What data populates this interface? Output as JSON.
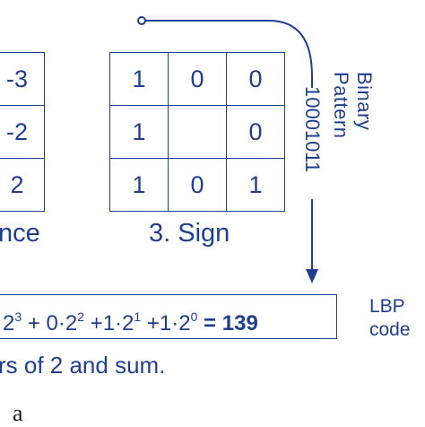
{
  "diff_table": {
    "rows": [
      [
        "-3"
      ],
      [
        "-2"
      ],
      [
        "2"
      ]
    ]
  },
  "diff_caption": "nce",
  "sign_table": {
    "rows": [
      [
        "1",
        "0",
        "0"
      ],
      [
        "1",
        "",
        "0"
      ],
      [
        "1",
        "0",
        "1"
      ]
    ]
  },
  "sign_caption": "3. Sign",
  "binary_code": "10001011",
  "binary_label": "Binary Pattern",
  "formula": {
    "t1_base": "2",
    "t1_exp": "3",
    "plus1": " + 0·",
    "t2_base": "2",
    "t2_exp": "2",
    "plus2": " +1·",
    "t3_base": "2",
    "t3_exp": "1",
    "plus3": " +1·",
    "t4_base": "2",
    "t4_exp": "0",
    "result": " = 139"
  },
  "lbp_line1": "LBP",
  "lbp_line2": "code",
  "footer_text": "rs of 2 and sum.",
  "subfigure_label": "a",
  "colors": {
    "primary": "#1f3f8f"
  }
}
